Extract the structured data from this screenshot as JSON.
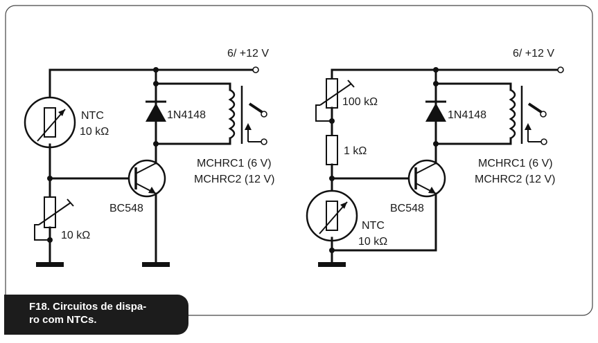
{
  "left_circuit": {
    "supply": "6/ +12 V",
    "ntc_name": "NTC",
    "ntc_value": "10 kΩ",
    "diode": "1N4148",
    "relay_line1": "MCHRC1 (6 V)",
    "relay_line2": "MCHRC2 (12 V)",
    "transistor": "BC548",
    "trimmer": "10 kΩ"
  },
  "right_circuit": {
    "supply": "6/ +12 V",
    "trimmer": "100 kΩ",
    "resistor": "1 kΩ",
    "diode": "1N4148",
    "relay_line1": "MCHRC1 (6 V)",
    "relay_line2": "MCHRC2 (12 V)",
    "transistor": "BC548",
    "ntc_name": "NTC",
    "ntc_value": "10 kΩ"
  },
  "caption": {
    "line1": "F18. Circuitos de dispa-",
    "line2": "ro com NTCs."
  }
}
